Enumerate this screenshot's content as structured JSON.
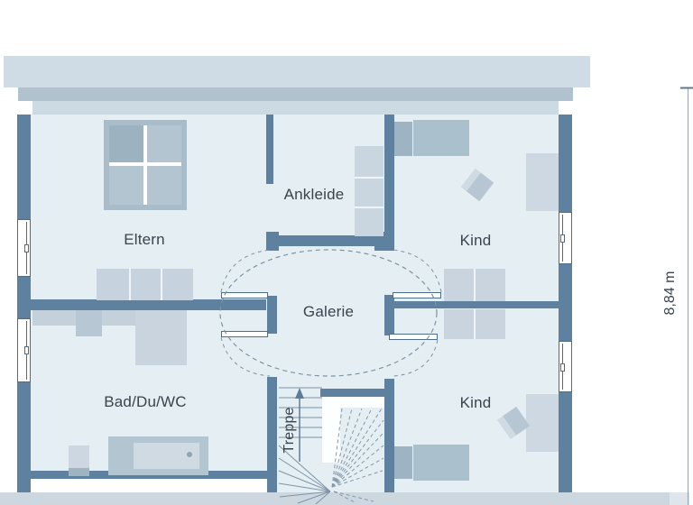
{
  "floorplan": {
    "rooms": {
      "eltern": "Eltern",
      "ankleide": "Ankleide",
      "kind_top": "Kind",
      "galerie": "Galerie",
      "bad_du_wc": "Bad/Du/WC",
      "treppe": "Treppe",
      "kind_bottom": "Kind"
    },
    "dimension": {
      "height_total": "8,84 m"
    },
    "colors": {
      "wall": "#5e81a0",
      "floor": "#e4eef3",
      "roof_overhang_band": "#cfdce5",
      "top_wall_band": "#b1c2cf",
      "inner_roof_band": "#cbdae3",
      "ground_band": "#ccd7e0",
      "furniture_light": "#cdd8e2",
      "furniture_medium": "#b4c5d2",
      "furniture_dark": "#9fb4c3",
      "label_text": "#3b434d",
      "dashed_line": "#7e93a4"
    }
  }
}
